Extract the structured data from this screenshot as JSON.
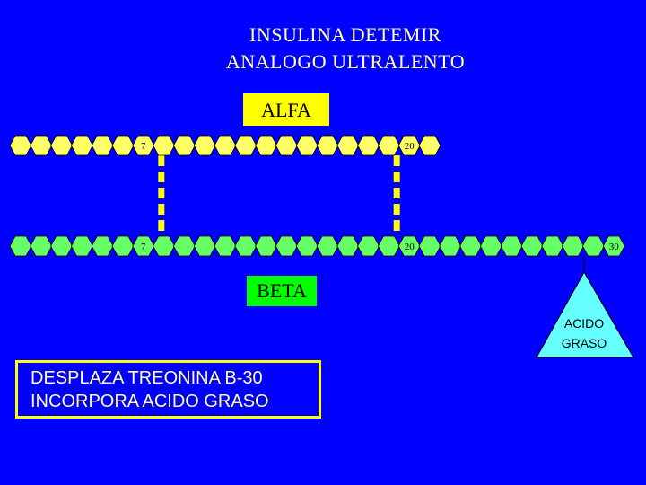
{
  "title": {
    "line1": "INSULINA  DETEMIR",
    "line2": "ANALOGO ULTRALENTO"
  },
  "alfa_chain": {
    "label": "ALFA",
    "residue_count": 21,
    "marked_positions": {
      "7": "7",
      "20": "20"
    },
    "color": "#ffff66"
  },
  "beta_chain": {
    "label": "BETA",
    "residue_count": 30,
    "marked_positions": {
      "7": "7",
      "20": "20",
      "30": "30"
    },
    "color": "#66ff66"
  },
  "disulfide_bridges": [
    {
      "from": "alfa-7",
      "to": "beta-7"
    },
    {
      "from": "alfa-20",
      "to": "beta-20"
    }
  ],
  "fatty_acid": {
    "line1": "ACIDO",
    "line2": "GRASO",
    "color": "#66ffff"
  },
  "note": {
    "line1": "DESPLAZA TREONINA B-30",
    "line2": "INCORPORA ACIDO GRASO"
  },
  "colors": {
    "background": "#0000ff",
    "title_text": "#ffff99",
    "alfa_box": "#ffff00",
    "beta_box": "#00ff00",
    "bridge": "#ffff00"
  }
}
